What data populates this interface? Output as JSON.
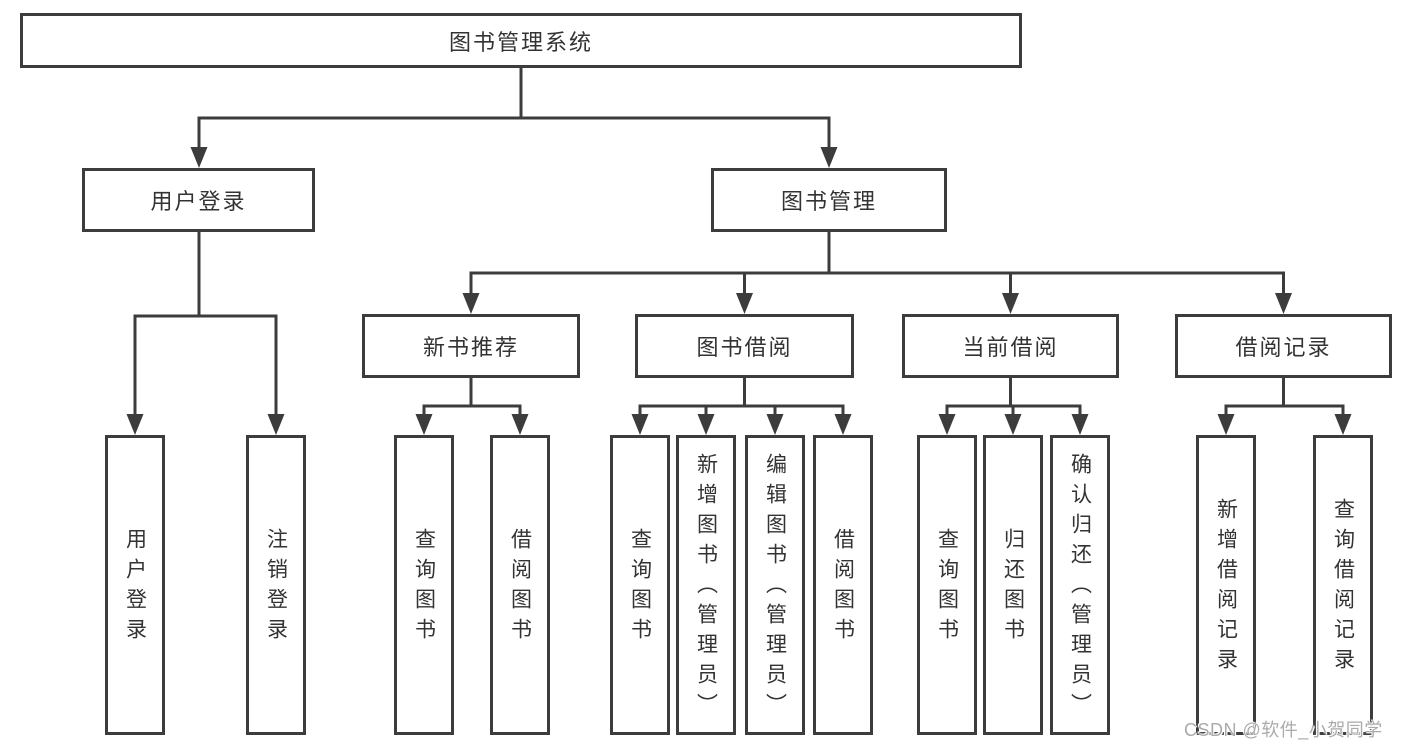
{
  "tree": {
    "root": {
      "label": "图书管理系统"
    },
    "branches": [
      {
        "label": "用户登录",
        "children": [
          {
            "label": "用户登录"
          },
          {
            "label": "注销登录"
          }
        ]
      },
      {
        "label": "图书管理",
        "sections": [
          {
            "label": "新书推荐",
            "children": [
              {
                "label": "查询图书"
              },
              {
                "label": "借阅图书"
              }
            ]
          },
          {
            "label": "图书借阅",
            "children": [
              {
                "label": "查询图书"
              },
              {
                "label": "新增图书（管理员）"
              },
              {
                "label": "编辑图书（管理员）"
              },
              {
                "label": "借阅图书"
              }
            ]
          },
          {
            "label": "当前借阅",
            "children": [
              {
                "label": "查询图书"
              },
              {
                "label": "归还图书"
              },
              {
                "label": "确认归还（管理员）"
              }
            ]
          },
          {
            "label": "借阅记录",
            "children": [
              {
                "label": "新增借阅记录"
              },
              {
                "label": "查询借阅记录"
              }
            ]
          }
        ]
      }
    ]
  },
  "watermark": {
    "text": "CSDN @软件_小贺同学"
  },
  "colors": {
    "line": "#3c3c3c",
    "text": "#333333",
    "watermark": "#ababab",
    "background": "#ffffff"
  }
}
